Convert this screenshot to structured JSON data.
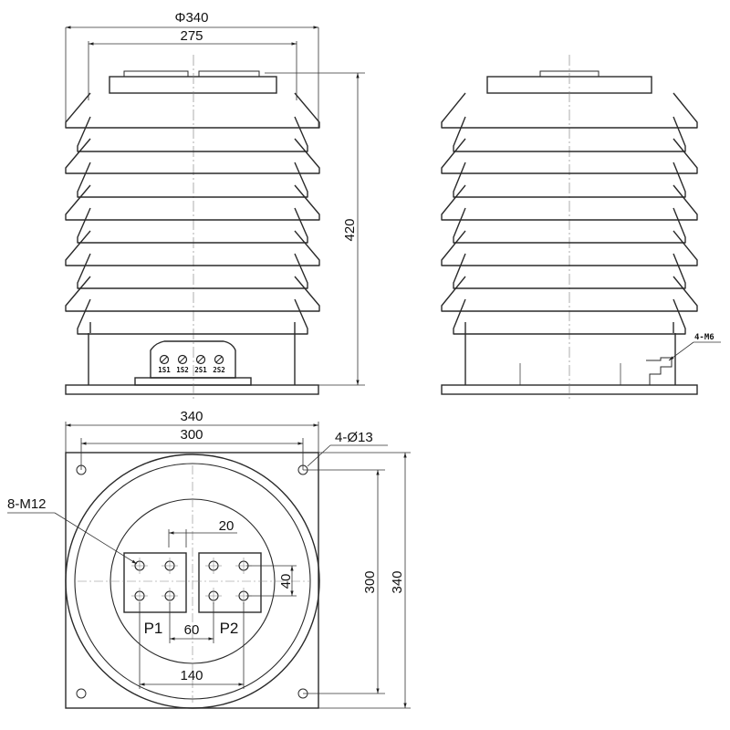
{
  "front_view": {
    "dim_outer_diameter": "Φ340",
    "dim_inner_width": "275",
    "dim_height": "420",
    "terminals": [
      "1S1",
      "1S2",
      "2S1",
      "2S2"
    ]
  },
  "side_view": {
    "bolt_note": "4-M6"
  },
  "plan_view": {
    "dim_overall_width": "340",
    "dim_hole_spacing": "300",
    "hole_note": "4-Ø13",
    "stud_note": "8-M12",
    "dim_stud_pitch_small": "20",
    "dim_stud_pitch_v": "40",
    "dim_gap": "60",
    "dim_stud_span": "140",
    "dim_vertical_inner": "300",
    "dim_vertical_outer": "340",
    "primary_labels": [
      "P1",
      "P2"
    ]
  },
  "colors": {
    "line": "#2a2a2a",
    "thin": "#666666"
  }
}
